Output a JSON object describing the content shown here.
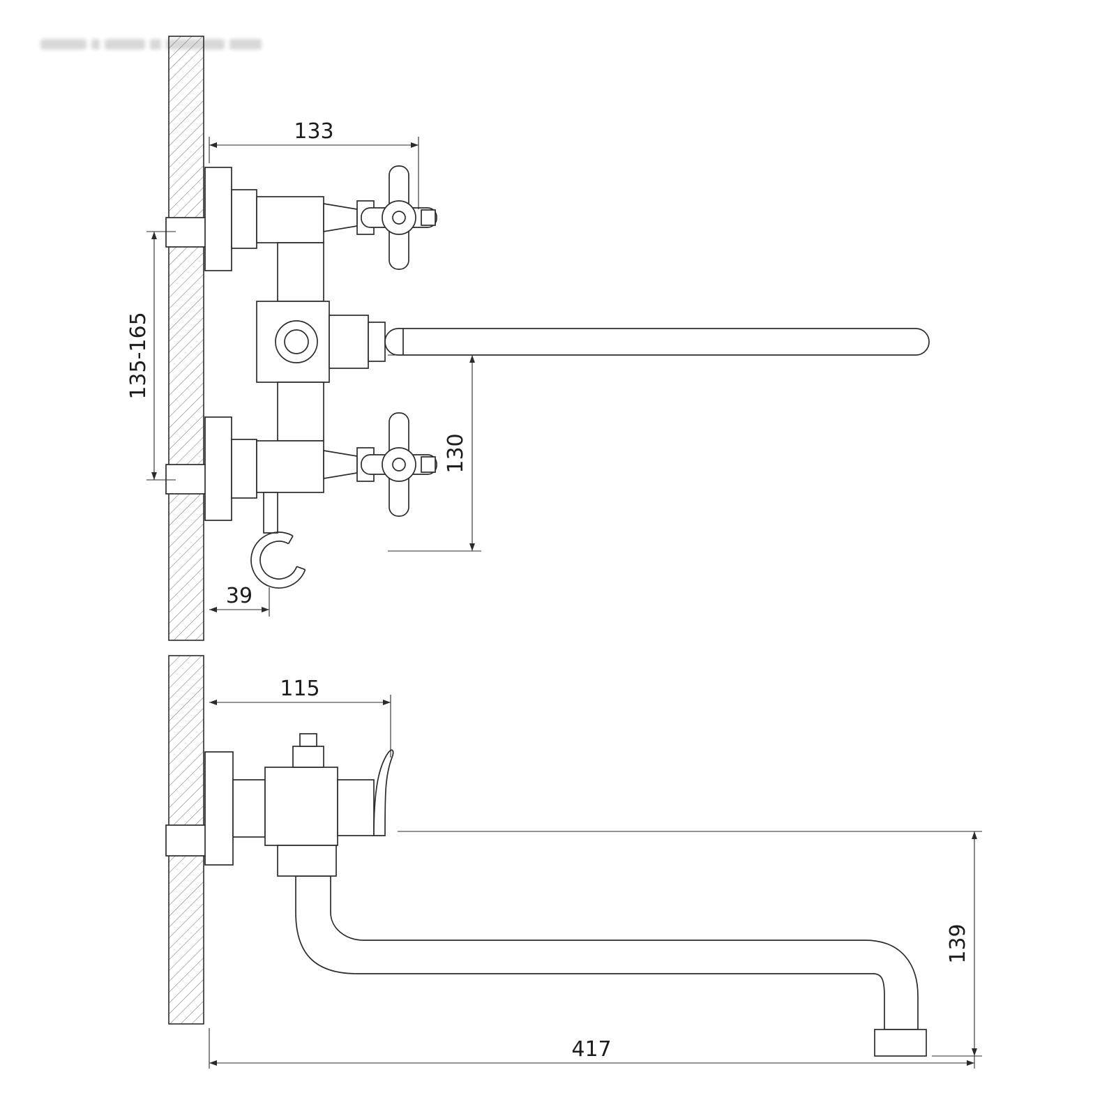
{
  "page": {
    "background": "#ffffff",
    "line_color": "#2b2b2b"
  },
  "drawing": {
    "type": "technical-drawing",
    "subject": "wall-mounted bath mixer faucet, front view and side view with dimensions",
    "front_view": {
      "width": "133",
      "inlet_spacing": "135-165",
      "spout_to_hook": "130",
      "hook_offset": "39"
    },
    "side_view": {
      "depth": "115",
      "drop": "139",
      "reach": "417"
    }
  }
}
